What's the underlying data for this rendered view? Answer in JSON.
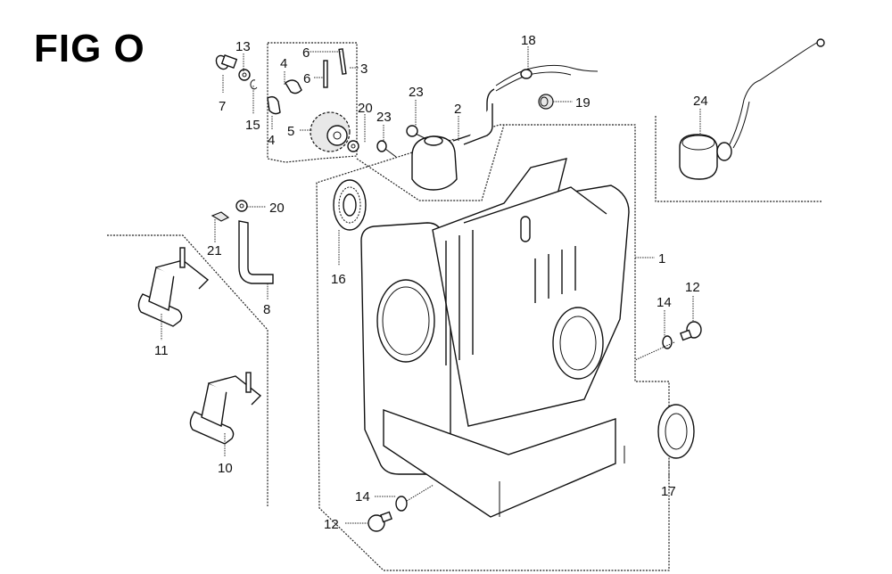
{
  "figure": {
    "title": "FIG O"
  },
  "callouts": [
    {
      "id": "c1",
      "label": "1"
    },
    {
      "id": "c2",
      "label": "2"
    },
    {
      "id": "c3",
      "label": "3"
    },
    {
      "id": "c4a",
      "label": "4"
    },
    {
      "id": "c4b",
      "label": "4"
    },
    {
      "id": "c5",
      "label": "5"
    },
    {
      "id": "c6a",
      "label": "6"
    },
    {
      "id": "c6b",
      "label": "6"
    },
    {
      "id": "c7",
      "label": "7"
    },
    {
      "id": "c8",
      "label": "8"
    },
    {
      "id": "c10",
      "label": "10"
    },
    {
      "id": "c11",
      "label": "11"
    },
    {
      "id": "c12a",
      "label": "12"
    },
    {
      "id": "c12b",
      "label": "12"
    },
    {
      "id": "c13",
      "label": "13"
    },
    {
      "id": "c14a",
      "label": "14"
    },
    {
      "id": "c14b",
      "label": "14"
    },
    {
      "id": "c15",
      "label": "15"
    },
    {
      "id": "c16",
      "label": "16"
    },
    {
      "id": "c17",
      "label": "17"
    },
    {
      "id": "c18",
      "label": "18"
    },
    {
      "id": "c19",
      "label": "19"
    },
    {
      "id": "c20a",
      "label": "20"
    },
    {
      "id": "c20b",
      "label": "20"
    },
    {
      "id": "c21",
      "label": "21"
    },
    {
      "id": "c23a",
      "label": "23"
    },
    {
      "id": "c23b",
      "label": "23"
    },
    {
      "id": "c24",
      "label": "24"
    }
  ]
}
